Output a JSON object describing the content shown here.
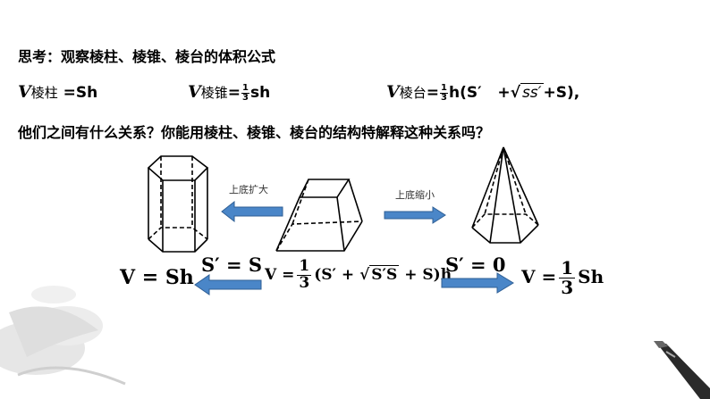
{
  "heading": "思考：观察棱柱、棱锥、棱台的体积公式",
  "formulas": {
    "prism": {
      "v": "V",
      "sub": "棱柱",
      "rhs": " =Sh"
    },
    "pyramid": {
      "v": "V",
      "sub": "棱锥",
      "eq": "=",
      "num": "1",
      "den": "3",
      "rhs": "sh"
    },
    "frustum": {
      "v": "V",
      "sub": "棱台",
      "eq": "=",
      "num": "1",
      "den": "3",
      "pre": "h(S′",
      "plus1": "+",
      "sqrt": "ss′",
      "post": "+S),"
    }
  },
  "question": "他们之间有什么关系？你能用棱柱、棱锥、棱台的结构特解释这种关系吗？",
  "labels": {
    "expand": "上底扩大",
    "shrink": "上底缩小"
  },
  "bottom": {
    "left_result": "V = Sh",
    "left_cond": "S′ = S",
    "mid_v": "V =",
    "mid_num": "1",
    "mid_den": "3",
    "mid_open": "(S′ +",
    "mid_sqrt": "S′S",
    "mid_close": "+ S)h",
    "right_cond": "S′ = 0",
    "right_v": "V =",
    "right_num": "1",
    "right_den": "3",
    "right_sh": "Sh"
  },
  "colors": {
    "arrow_fill": "#4a86c8",
    "arrow_stroke": "#2f5f95",
    "ink_wash": "#d8d8d8"
  }
}
